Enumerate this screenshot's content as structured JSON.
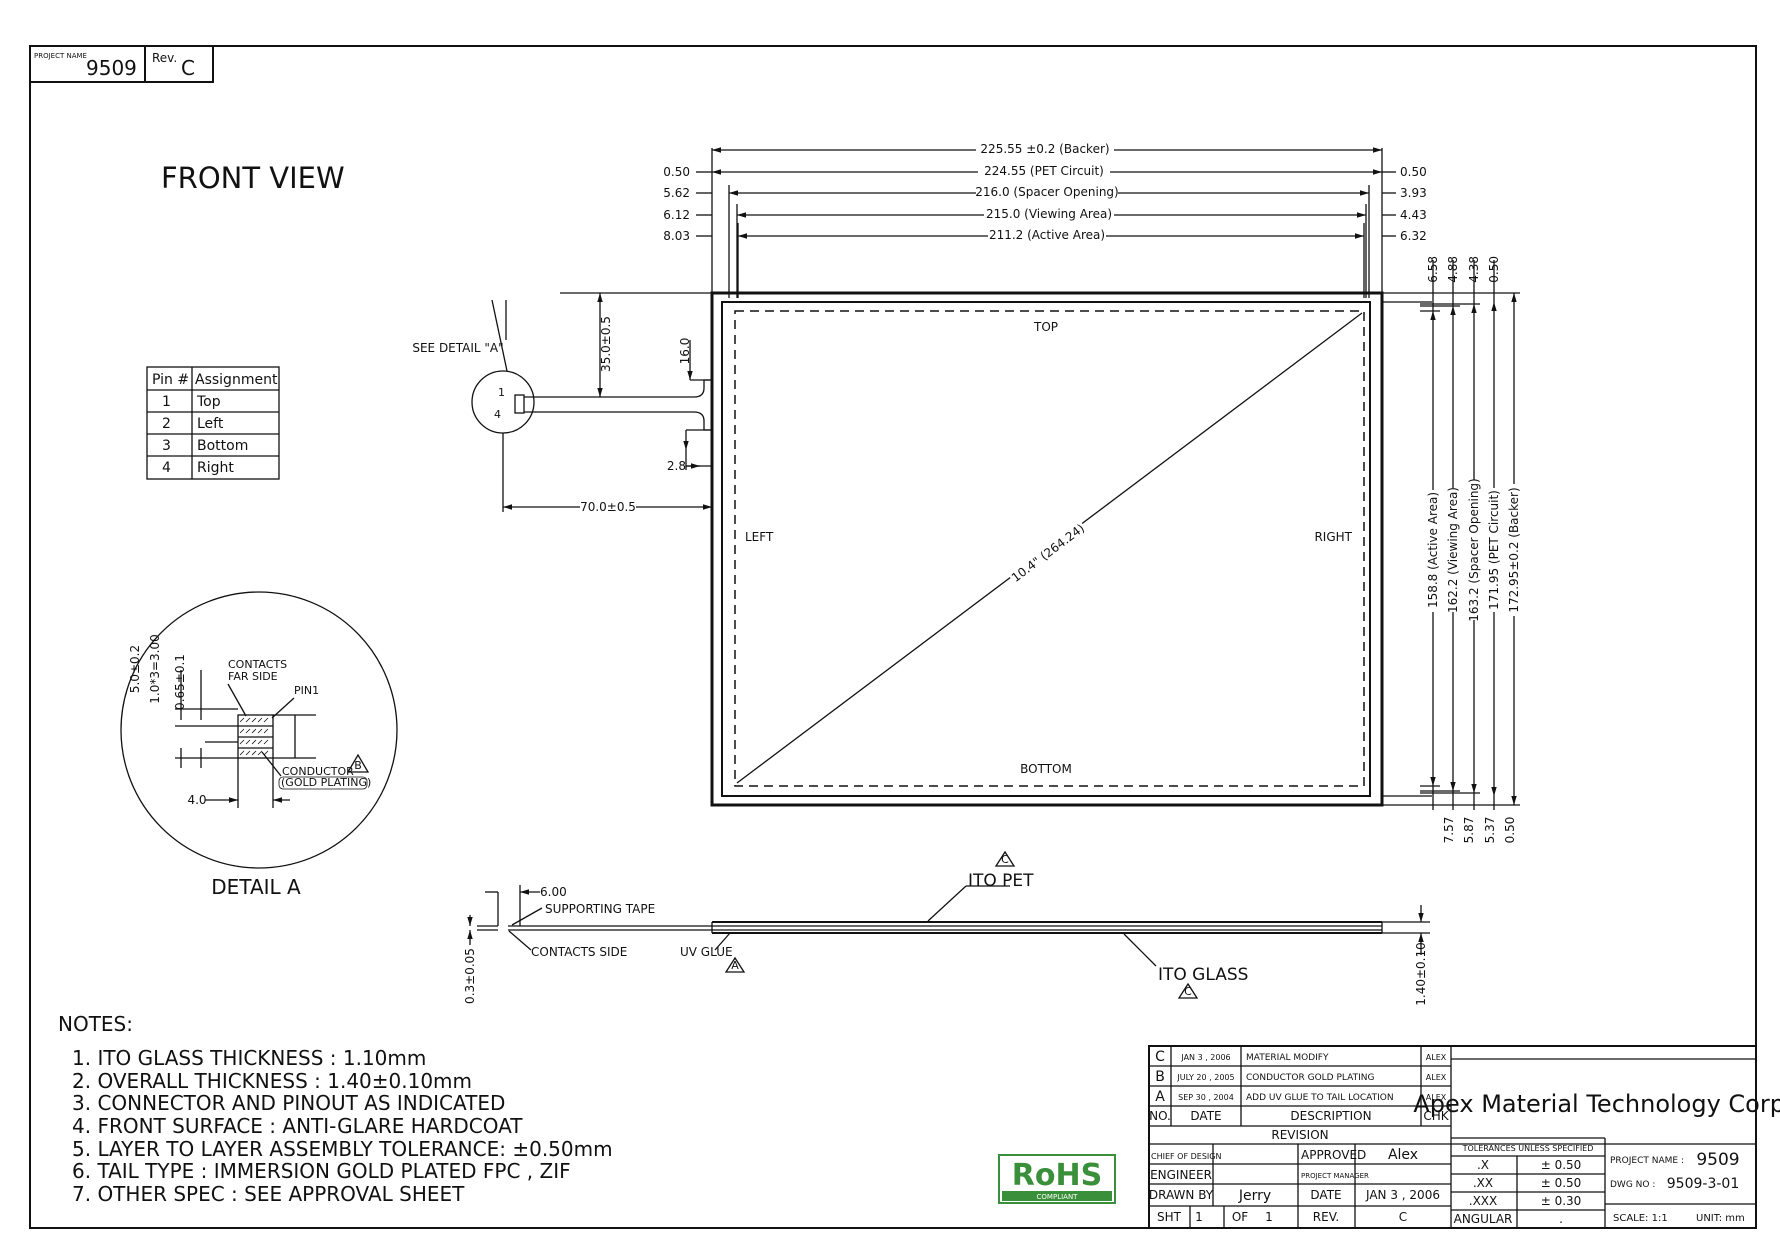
{
  "header": {
    "project_label": "PROJECT NAME",
    "project": "9509",
    "rev_label": "Rev.",
    "rev": "C"
  },
  "view_title": "FRONT VIEW",
  "pin_table": {
    "headers": [
      "Pin #",
      "Assignment"
    ],
    "rows": [
      [
        "1",
        "Top"
      ],
      [
        "2",
        "Left"
      ],
      [
        "3",
        "Bottom"
      ],
      [
        "4",
        "Right"
      ]
    ]
  },
  "top_dims": {
    "d1": "225.55 ±0.2 (Backer)",
    "d2": "224.55 (PET Circuit)",
    "d3": "216.0 (Spacer Opening)",
    "d4": "215.0 (Viewing Area)",
    "d5": "211.2 (Active Area)",
    "l2": "0.50",
    "l3": "5.62",
    "l4": "6.12",
    "l5": "8.03",
    "r2": "0.50",
    "r3": "3.93",
    "r4": "4.43",
    "r5": "6.32"
  },
  "side_dims": {
    "top": [
      "6.58",
      "4.88",
      "4.38",
      "0.50"
    ],
    "bottom": [
      "7.57",
      "5.87",
      "5.37",
      "0.50"
    ],
    "v1": "158.8 (Active Area)",
    "v2": "162.2 (Viewing Area)",
    "v3": "163.2 (Spacer Opening)",
    "v4": "171.95 (PET Circuit)",
    "v5": "172.95±0.2 (Backer)"
  },
  "panel": {
    "top": "TOP",
    "bottom": "BOTTOM",
    "left": "LEFT",
    "right": "RIGHT",
    "diag": "10.4\" (264.24)"
  },
  "tail": {
    "see_detail": "SEE DETAIL \"A\"",
    "d35": "35.0±0.5",
    "d16": "16.0",
    "d28": "2.8",
    "d70": "70.0±0.5",
    "p1": "1",
    "p4": "4"
  },
  "detail": {
    "title": "DETAIL A",
    "d50": "5.0±0.2",
    "d10": "1.0*3=3.00",
    "d065": "0.65±0.1",
    "contacts": "CONTACTS",
    "far_side": "FAR SIDE",
    "pin1": "PIN1",
    "conductor": "CONDUCTOR",
    "gold": "(GOLD PLATING)",
    "d40": "4.0",
    "rev_b": "B"
  },
  "side_view": {
    "d600": "6.00",
    "supporting_tape": "SUPPORTING TAPE",
    "contacts_side": "CONTACTS SIDE",
    "uv_glue": "UV GLUE",
    "ito_pet": "ITO PET",
    "ito_glass": "ITO GLASS",
    "d03": "0.3±0.05",
    "d140": "1.40±0.10",
    "rev_a": "A",
    "rev_c": "C"
  },
  "notes": {
    "title": "NOTES:",
    "items": [
      "1. ITO GLASS THICKNESS : 1.10mm",
      "2. OVERALL THICKNESS : 1.40±0.10mm",
      "3. CONNECTOR AND PINOUT AS INDICATED",
      "4. FRONT SURFACE : ANTI-GLARE HARDCOAT",
      "5. LAYER TO LAYER ASSEMBLY TOLERANCE: ±0.50mm",
      "6. TAIL TYPE : IMMERSION GOLD PLATED FPC , ZIF",
      "7. OTHER SPEC : SEE APPROVAL SHEET"
    ]
  },
  "rohs": {
    "text": "RoHS",
    "sub": "COMPLIANT",
    "green": "#3a8f3a"
  },
  "title_block": {
    "revisions": [
      {
        "no": "C",
        "date": "JAN 3 , 2006",
        "desc": "MATERIAL MODIFY",
        "chk": "ALEX"
      },
      {
        "no": "B",
        "date": "JULY 20 , 2005",
        "desc": "CONDUCTOR GOLD PLATING",
        "chk": "ALEX"
      },
      {
        "no": "A",
        "date": "SEP 30 , 2004",
        "desc": "ADD UV GLUE TO TAIL LOCATION",
        "chk": "ALEX"
      }
    ],
    "col_no": "NO.",
    "col_date": "DATE",
    "col_desc": "DESCRIPTION",
    "col_chk": "CHK",
    "revision": "REVISION",
    "company": "Apex Material Technology Corp.",
    "chief": "CHIEF OF DESIGN",
    "approved": "APPROVED",
    "approved_by": "Alex",
    "engineer": "ENGINEER",
    "pm": "PROJECT MANAGER",
    "drawn": "DRAWN BY",
    "drawn_by": "Jerry",
    "date": "DATE",
    "date_val": "JAN 3 , 2006",
    "sht": "SHT",
    "sht_n": "1",
    "of": "OF",
    "sht_t": "1",
    "rev": "REV.",
    "rev_val": "C",
    "tol_title": "TOLERANCES UNLESS SPECIFIED",
    "tols": [
      [
        ".X",
        "± 0.50"
      ],
      [
        ".XX",
        "± 0.50"
      ],
      [
        ".XXX",
        "± 0.30"
      ],
      [
        "ANGULAR",
        "."
      ]
    ],
    "proj_label": "PROJECT NAME :",
    "proj": "9509",
    "dwg_label": "DWG NO :",
    "dwg": "9509-3-01",
    "scale": "SCALE: 1:1",
    "unit": "UNIT: mm"
  }
}
